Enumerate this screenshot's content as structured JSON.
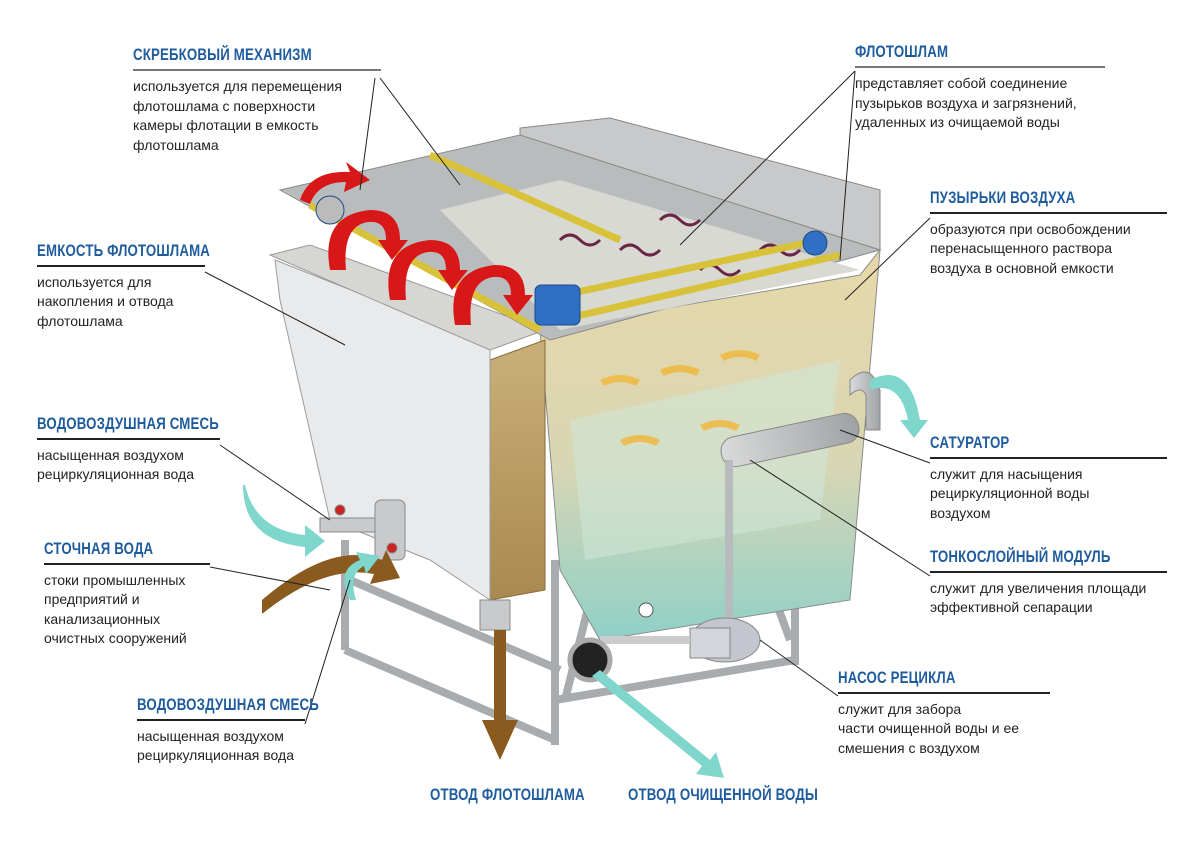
{
  "colors": {
    "title": "#1f5c9e",
    "text": "#222222",
    "sludge_arrow": "#8a5a1e",
    "water_arrow": "#7fd6cc",
    "scraper_arrow": "#d81818"
  },
  "callouts": {
    "scraper": {
      "title": "СКРЕБКОВЫЙ МЕХАНИЗМ",
      "lines": [
        "используется для перемещения",
        "флотошлама с поверхности",
        "камеры флотации в емкость",
        "флотошлама"
      ]
    },
    "flotosludge": {
      "title": "ФЛОТОШЛАМ",
      "lines": [
        "представляет собой соединение",
        "пузырьков воздуха и загрязнений,",
        "удаленных из очищаемой воды"
      ]
    },
    "bubbles": {
      "title": "ПУЗЫРЬКИ ВОЗДУХА",
      "lines": [
        "образуются при освобождении",
        "перенасыщенного раствора",
        "воздуха в основной емкости"
      ]
    },
    "sludge_tank": {
      "title": "ЕМКОСТЬ ФЛОТОШЛАМА",
      "lines": [
        "используется для",
        "накопления и отвода",
        "флотошлама"
      ]
    },
    "air_water_mix_1": {
      "title": "ВОДОВОЗДУШНАЯ СМЕСЬ",
      "lines": [
        "насыщенная воздухом",
        "рециркуляционная вода"
      ]
    },
    "saturator": {
      "title": "САТУРАТОР",
      "lines": [
        "служит для насыщения",
        "рециркуляционной воды",
        "воздухом"
      ]
    },
    "wastewater": {
      "title": "СТОЧНАЯ ВОДА",
      "lines": [
        "стоки промышленных",
        "предприятий и",
        "канализационных",
        "очистных сооружений"
      ]
    },
    "lamella": {
      "title": "ТОНКОСЛОЙНЫЙ МОДУЛЬ",
      "lines": [
        "служит для увеличения площади",
        "эффективной сепарации"
      ]
    },
    "pump": {
      "title": "НАСОС РЕЦИКЛА",
      "lines": [
        "служит для забора",
        "части очищенной воды и ее",
        "смешения с воздухом"
      ]
    },
    "air_water_mix_2": {
      "title": "ВОДОВОЗДУШНАЯ СМЕСЬ",
      "lines": [
        "насыщенная воздухом",
        "рециркуляционная вода"
      ]
    },
    "sludge_outlet": {
      "title": "ОТВОД ФЛОТОШЛАМА"
    },
    "clean_outlet": {
      "title": "ОТВОД ОЧИЩЕННОЙ ВОДЫ"
    }
  }
}
